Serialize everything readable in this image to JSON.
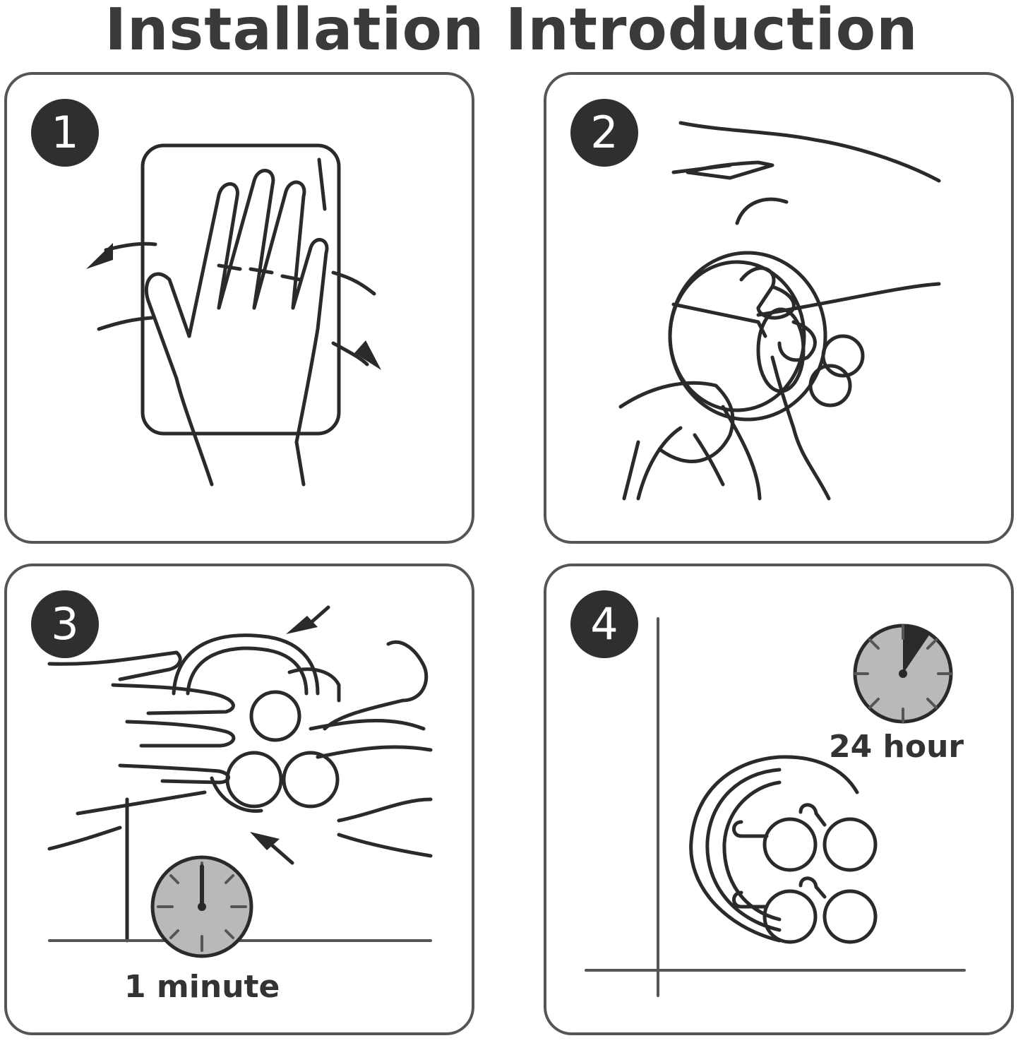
{
  "title": "Installation Introduction",
  "steps": [
    {
      "number": "1"
    },
    {
      "number": "2"
    },
    {
      "number": "3",
      "caption": "1 minute"
    },
    {
      "number": "4",
      "caption": "24 hour"
    }
  ]
}
